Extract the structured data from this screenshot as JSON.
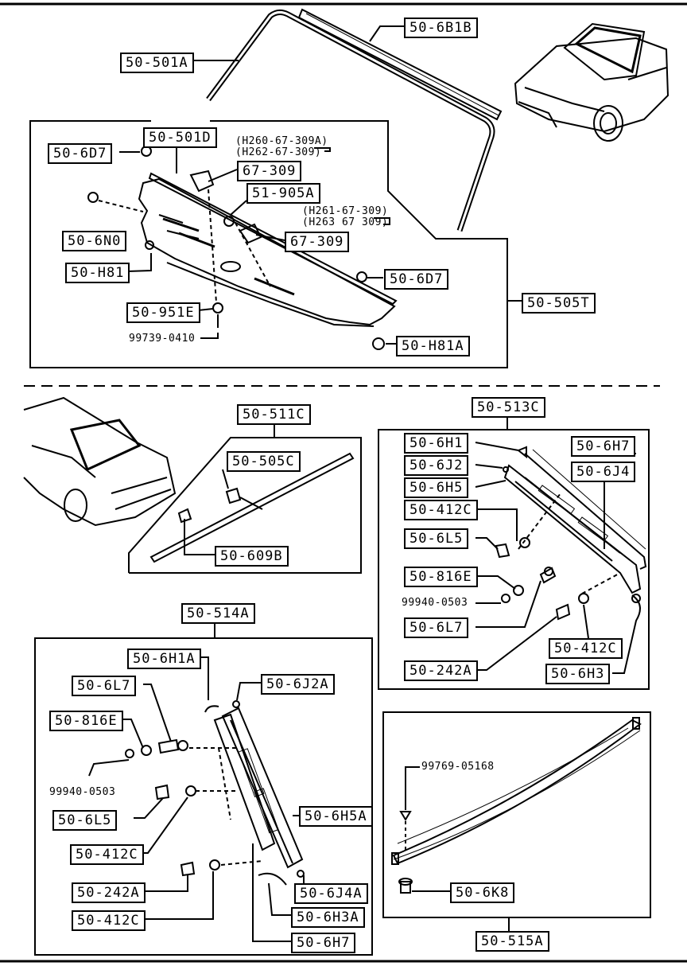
{
  "diagram": {
    "section1": {
      "labels": {
        "l_50_6B1B": "50-6B1B",
        "l_50_501A": "50-501A",
        "l_50_501D": "50-501D",
        "l_50_6D7_a": "50-6D7",
        "l_67_309_a": "67-309",
        "l_51_905A": "51-905A",
        "l_50_6N0": "50-6N0",
        "l_67_309_b": "67-309",
        "l_50_H81": "50-H81",
        "l_50_6D7_b": "50-6D7",
        "l_50_951E": "50-951E",
        "l_50_505T": "50-505T",
        "l_50_H81A": "50-H81A"
      },
      "notes": {
        "n1a": "(H260-67-309A)",
        "n1b": "(H262-67-309)",
        "n2a": "(H261-67-309)",
        "n2b": "(H263 67 309)",
        "n3": "99739-0410"
      }
    },
    "section2": {
      "labels": {
        "l_50_511C": "50-511C",
        "l_50_505C": "50-505C",
        "l_50_609B": "50-609B"
      }
    },
    "section3": {
      "labels": {
        "l_50_513C": "50-513C",
        "l_50_6H1": "50-6H1",
        "l_50_6H7": "50-6H7",
        "l_50_6J2": "50-6J2",
        "l_50_6J4": "50-6J4",
        "l_50_6H5": "50-6H5",
        "l_50_412C_a": "50-412C",
        "l_50_6L5": "50-6L5",
        "l_50_816E": "50-816E",
        "l_50_6L7": "50-6L7",
        "l_50_412C_b": "50-412C",
        "l_50_242A": "50-242A",
        "l_50_6H3": "50-6H3"
      },
      "notes": {
        "n4": "99940-0503"
      }
    },
    "section4": {
      "labels": {
        "l_50_514A": "50-514A",
        "l_50_6H1A": "50-6H1A",
        "l_50_6L7b": "50-6L7",
        "l_50_6J2A": "50-6J2A",
        "l_50_816Eb": "50-816E",
        "l_50_6L5b": "50-6L5",
        "l_50_6H5A": "50-6H5A",
        "l_50_412Cc": "50-412C",
        "l_50_242Ab": "50-242A",
        "l_50_6J4A": "50-6J4A",
        "l_50_6H3A": "50-6H3A",
        "l_50_412Cd": "50-412C",
        "l_50_6H7b": "50-6H7"
      },
      "notes": {
        "n5": "99940-0503"
      }
    },
    "section5": {
      "labels": {
        "l_50_6K8": "50-6K8",
        "l_50_515A": "50-515A"
      },
      "notes": {
        "n6": "99769-05168"
      }
    }
  }
}
